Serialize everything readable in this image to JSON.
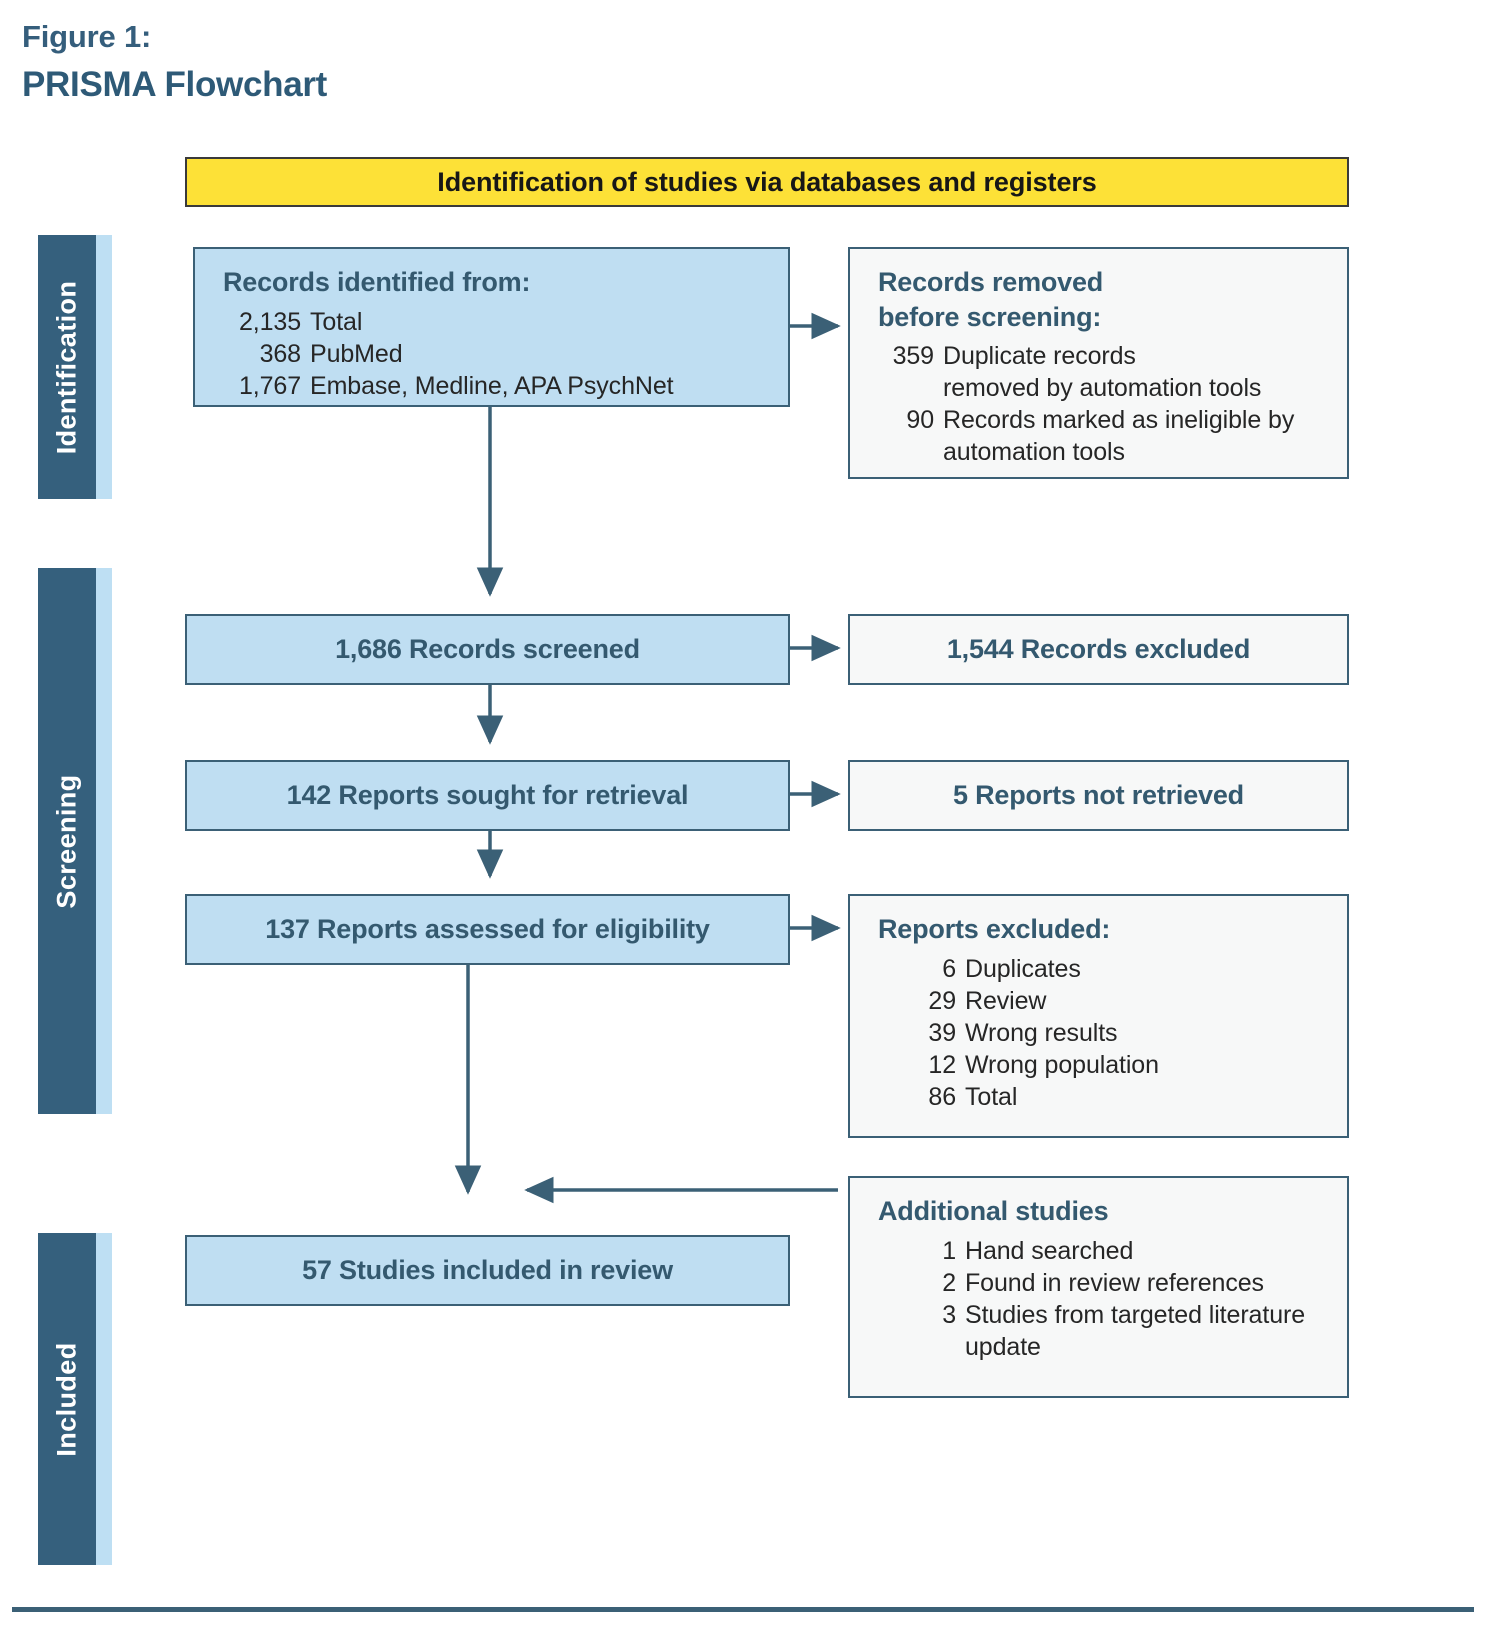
{
  "figure": {
    "label": "Figure 1:",
    "title": "PRISMA Flowchart"
  },
  "colors": {
    "accent_dark": "#35607d",
    "accent_light": "#bedff3",
    "box_blue_fill": "#bfdef2",
    "box_gray_fill": "#f7f8f8",
    "banner_yellow": "#fde137",
    "border": "#3b6076",
    "heading_text": "#34596f"
  },
  "banner": {
    "text": "Identification of studies via databases and registers"
  },
  "rails": [
    {
      "name": "identification",
      "label": "Identification"
    },
    {
      "name": "screening",
      "label": "Screening"
    },
    {
      "name": "included",
      "label": "Included"
    }
  ],
  "boxes": {
    "records_identified": {
      "heading": "Records identified from:",
      "items": [
        {
          "num": "2,135",
          "text": "Total"
        },
        {
          "num": "368",
          "text": "PubMed"
        },
        {
          "num": "1,767",
          "text": "Embase, Medline, APA PsychNet"
        }
      ]
    },
    "records_removed": {
      "heading": "Records removed\nbefore screening:",
      "items": [
        {
          "num": "359",
          "text": "Duplicate records\n   removed by automation tools"
        },
        {
          "num": "90",
          "text": "Records marked as ineligible by\n   automation tools"
        }
      ]
    },
    "records_screened": {
      "text": "1,686 Records screened"
    },
    "records_excluded": {
      "text": "1,544 Records excluded"
    },
    "reports_sought": {
      "text": "142 Reports sought for retrieval"
    },
    "reports_not_retrieved": {
      "text": "5 Reports not retrieved"
    },
    "reports_assessed": {
      "text": "137 Reports assessed for eligibility"
    },
    "reports_excluded": {
      "heading": "Reports excluded:",
      "items": [
        {
          "num": "6",
          "text": "Duplicates"
        },
        {
          "num": "29",
          "text": "Review"
        },
        {
          "num": "39",
          "text": "Wrong results"
        },
        {
          "num": "12",
          "text": "Wrong population"
        },
        {
          "num": "86",
          "text": "Total"
        }
      ]
    },
    "additional_studies": {
      "heading": "Additional studies",
      "items": [
        {
          "num": "1",
          "text": "Hand searched"
        },
        {
          "num": "2",
          "text": "Found in review references"
        },
        {
          "num": "3",
          "text": "Studies from targeted literature\n   update"
        }
      ]
    },
    "studies_included": {
      "text": "57 Studies included in review"
    }
  }
}
